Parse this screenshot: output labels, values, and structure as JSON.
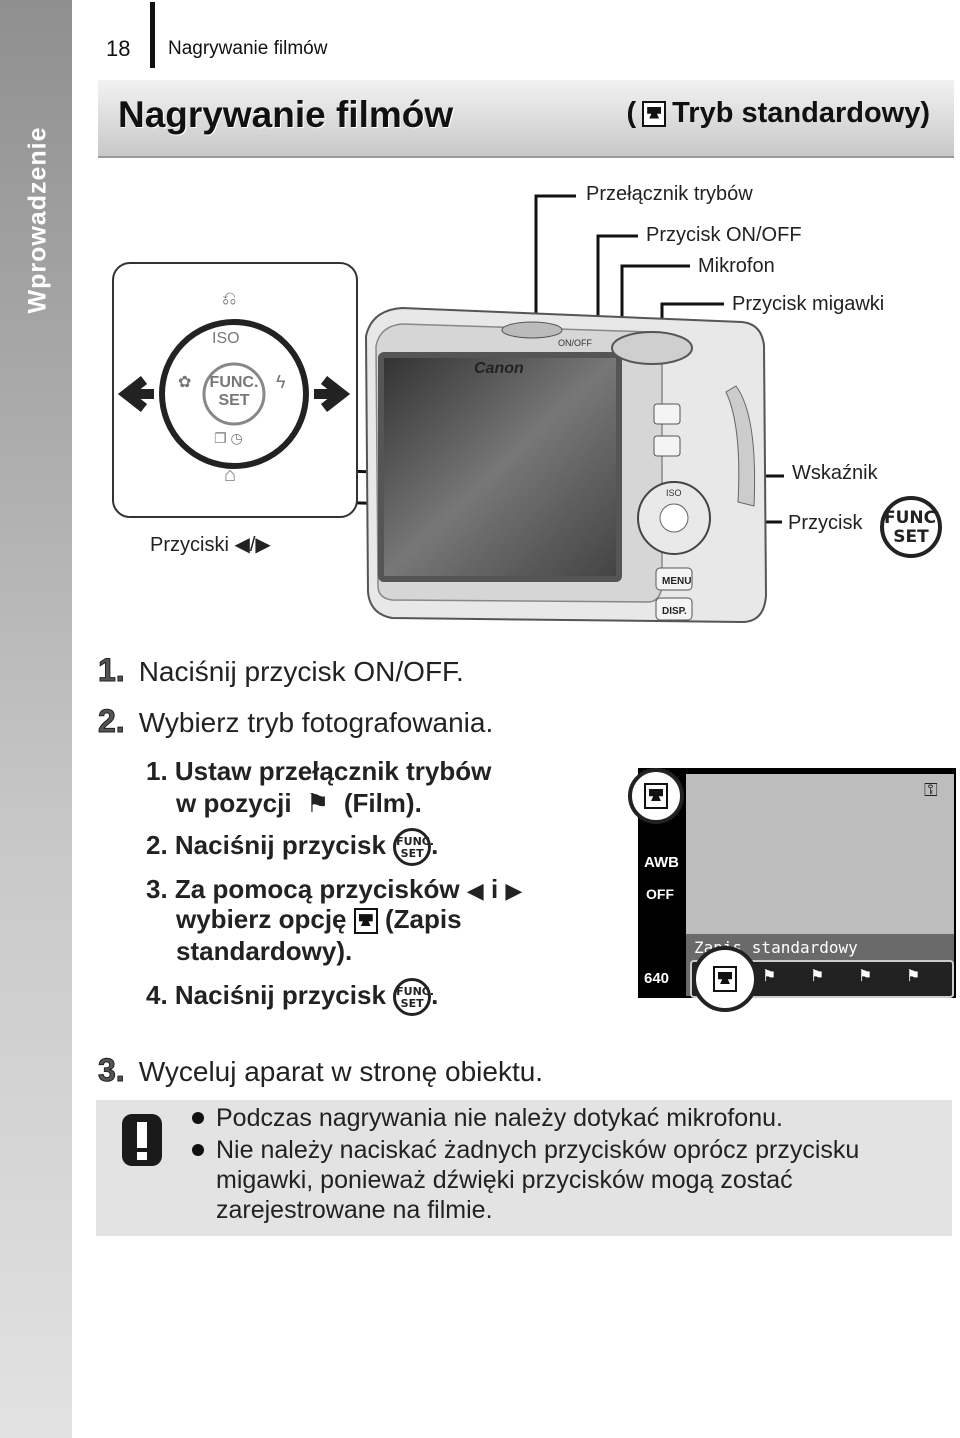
{
  "sidebar": {
    "label": "Wprowadzenie"
  },
  "header": {
    "page_number": "18",
    "running_title": "Nagrywanie filmów"
  },
  "title": {
    "main": "Nagrywanie filmów",
    "sub_open": "(",
    "sub_text": "Tryb standardowy)"
  },
  "callouts": {
    "mode_switch": "Przełącznik trybów",
    "on_off": "Przycisk ON/OFF",
    "mic": "Mikrofon",
    "shutter": "Przycisk migawki",
    "indicator": "Wskaźnik",
    "func_button": "Przycisk",
    "arrows": "Przyciski",
    "arrows_sep": "/"
  },
  "camera": {
    "brand": "Canon",
    "iso": "ISO",
    "func": "FUNC.",
    "set": "SET",
    "menu": "MENU",
    "disp": "DISP.",
    "on_off": "ON/OFF"
  },
  "steps": [
    {
      "num": "1.",
      "text": "Naciśnij przycisk ON/OFF."
    },
    {
      "num": "2.",
      "text": "Wybierz tryb fotografowania."
    },
    {
      "num": "3.",
      "text": "Wyceluj aparat w stronę obiektu."
    }
  ],
  "substeps": {
    "s1_a": "1. Ustaw przełącznik trybów",
    "s1_b": "w pozycji",
    "s1_c": "(Film).",
    "s2": "2. Naciśnij przycisk",
    "s2_end": ".",
    "s3_a": "3. Za pomocą przycisków",
    "s3_i": "i",
    "s3_b": "wybierz opcję",
    "s3_c": "(Zapis",
    "s3_d": "standardowy).",
    "s4": "4. Naciśnij przycisk",
    "s4_end": "."
  },
  "lcd": {
    "mode_label": "Zapis standardowy",
    "resolution": "640",
    "wb": "AWB",
    "flash": "OFF"
  },
  "note": {
    "lines": [
      "Podczas nagrywania nie należy dotykać mikrofonu.",
      "Nie należy naciskać żadnych przycisków oprócz przycisku",
      "migawki, ponieważ dźwięki przycisków mogą zostać",
      "zarejestrowane na filmie."
    ]
  }
}
